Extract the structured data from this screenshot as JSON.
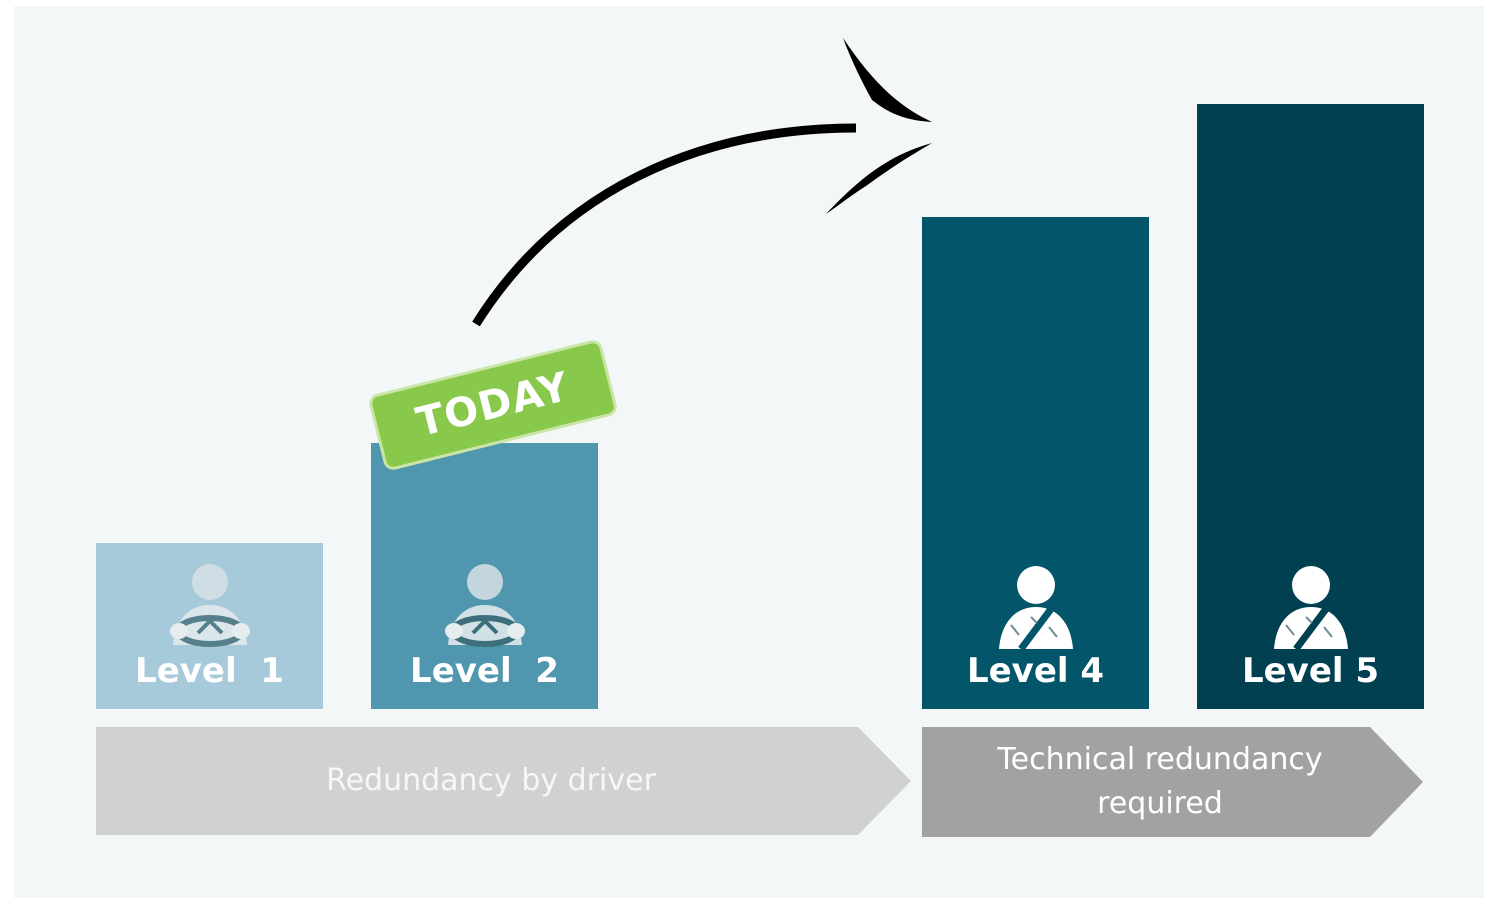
{
  "levels": [
    {
      "label": "Level  1",
      "color": "#a7cada",
      "icon": "driver-steering-wheel-icon"
    },
    {
      "label": "Level  2",
      "color": "#5096ae",
      "icon": "driver-steering-wheel-icon"
    },
    {
      "label": "Level 4",
      "color": "#035669",
      "icon": "passenger-seatbelt-icon"
    },
    {
      "label": "Level 5",
      "color": "#004050",
      "icon": "passenger-seatbelt-icon"
    }
  ],
  "badge": {
    "label": "TODAY",
    "color": "#88c84a"
  },
  "arrows": {
    "driver": {
      "label": "Redundancy by driver",
      "color": "#d0d2d1"
    },
    "technical": {
      "line1": "Technical redundancy",
      "line2": "required",
      "color": "#a2a2a2"
    }
  }
}
